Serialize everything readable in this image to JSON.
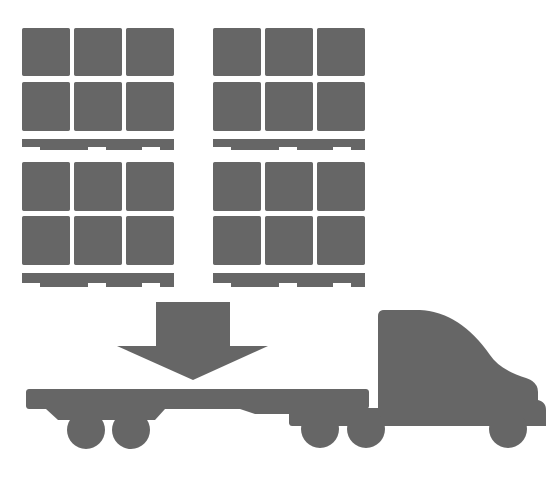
{
  "illustration": {
    "subject": "pallet-loading-onto-flatbed-truck",
    "fill_color": "#666666",
    "background_color": "#ffffff",
    "pallet_stacks": 4,
    "boxes_per_stack": 6,
    "icons": [
      "pallet-icon",
      "box-icon",
      "down-arrow-icon",
      "flatbed-trailer-icon",
      "truck-cab-icon",
      "wheel-icon"
    ]
  }
}
